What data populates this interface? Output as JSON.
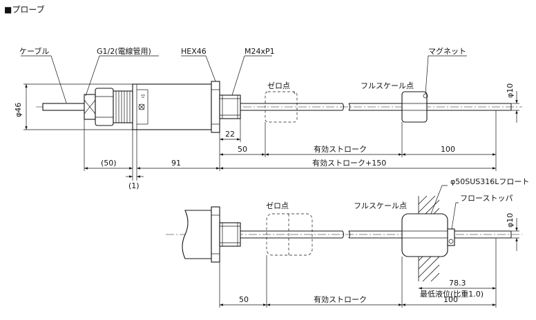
{
  "title": "■プローブ",
  "top_view": {
    "labels": {
      "cable": "ケーブル",
      "gland": "G1/2(電線管用)",
      "hex": "HEX46",
      "thread": "M24xP1",
      "zero_point": "ゼロ点",
      "full_scale_point": "フルスケール点",
      "magnet": "マグネット",
      "body_diameter": "φ46",
      "rod_diameter": "φ10"
    },
    "dimensions": {
      "d22": "22",
      "d50": "50",
      "stroke": "有効ストローク",
      "d100": "100",
      "d50_paren": "(50)",
      "d91": "91",
      "stroke_plus": "有効ストローク+150",
      "d1_paren": "(1)"
    }
  },
  "bottom_view": {
    "labels": {
      "float": "φ50SUS316Lフロート",
      "stopper": "フローストッパ",
      "zero_point": "ゼロ点",
      "full_scale_point": "フルスケール点",
      "rod_diameter": "φ10",
      "min_level": "最低液位(比重1.0)"
    },
    "dimensions": {
      "d78_3": "78.3",
      "d50": "50",
      "stroke": "有効ストローク",
      "d100": "100"
    }
  }
}
